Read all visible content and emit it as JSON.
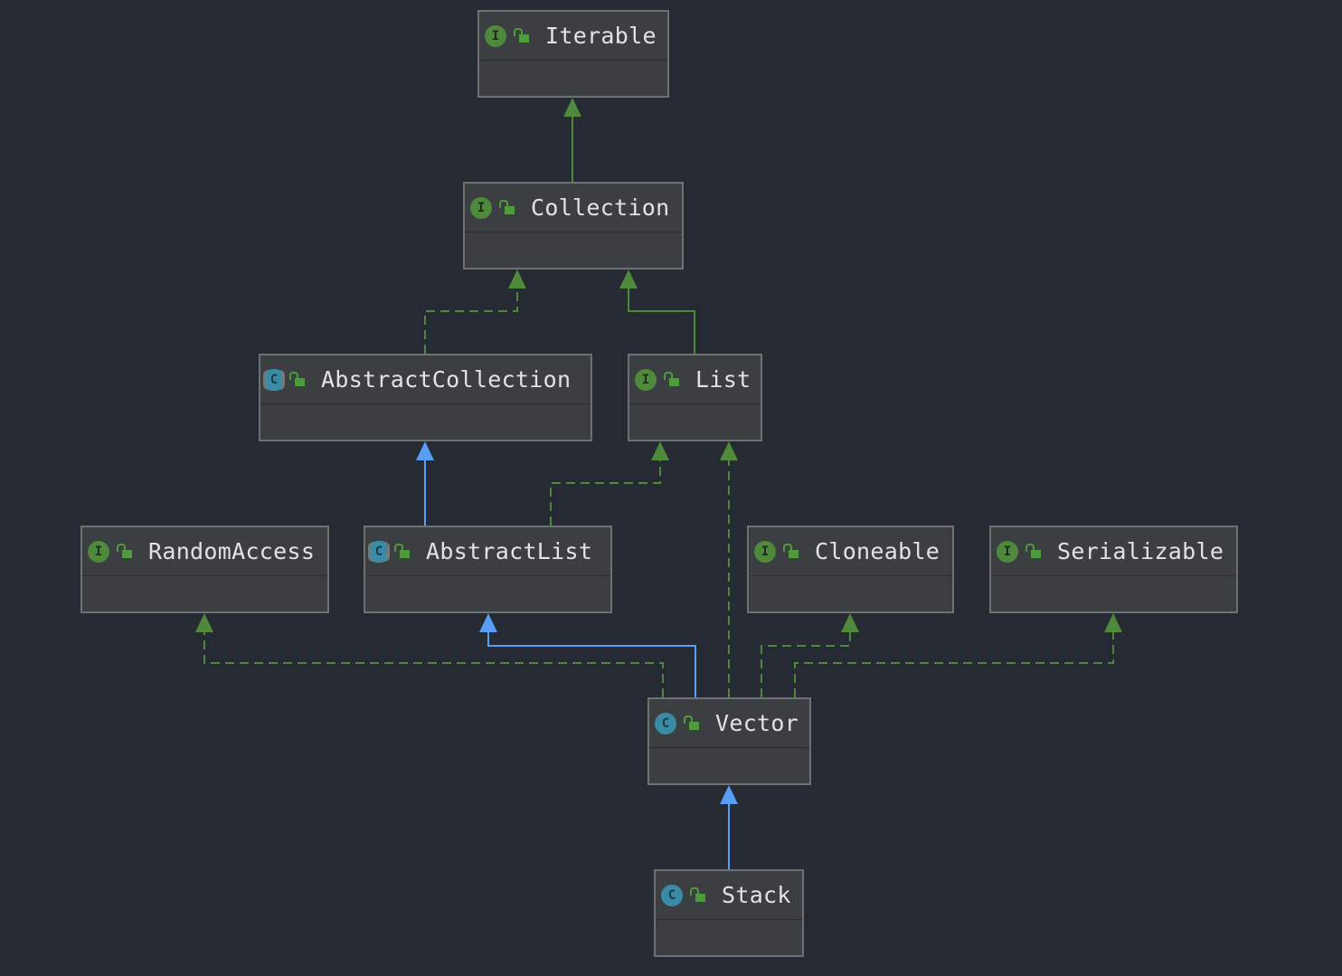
{
  "colors": {
    "background": "#262a33",
    "node_fill": "#3c3f41",
    "node_border": "#6e7071",
    "interface_icon": "#4f8a3c",
    "class_icon": "#3b8aa6",
    "realization_edge": "#4f8a3c",
    "generalization_interface_edge": "#5a9a48",
    "extends_class_edge": "#589df6"
  },
  "nodes": [
    {
      "id": "iterable",
      "name": "Iterable",
      "kind": "interface",
      "icon": "interface-icon"
    },
    {
      "id": "collection",
      "name": "Collection",
      "kind": "interface",
      "icon": "interface-icon"
    },
    {
      "id": "abstractcollection",
      "name": "AbstractCollection",
      "kind": "abstract",
      "icon": "abstract-class-icon"
    },
    {
      "id": "list",
      "name": "List",
      "kind": "interface",
      "icon": "interface-icon"
    },
    {
      "id": "randomaccess",
      "name": "RandomAccess",
      "kind": "interface",
      "icon": "interface-icon"
    },
    {
      "id": "abstractlist",
      "name": "AbstractList",
      "kind": "abstract",
      "icon": "abstract-class-icon"
    },
    {
      "id": "cloneable",
      "name": "Cloneable",
      "kind": "interface",
      "icon": "interface-icon"
    },
    {
      "id": "serializable",
      "name": "Serializable",
      "kind": "interface",
      "icon": "interface-icon"
    },
    {
      "id": "vector",
      "name": "Vector",
      "kind": "class",
      "icon": "class-icon"
    },
    {
      "id": "stack",
      "name": "Stack",
      "kind": "class",
      "icon": "class-icon"
    }
  ],
  "edges": [
    {
      "from": "collection",
      "to": "iterable",
      "type": "extends-interface"
    },
    {
      "from": "abstractcollection",
      "to": "collection",
      "type": "implements"
    },
    {
      "from": "list",
      "to": "collection",
      "type": "extends-interface"
    },
    {
      "from": "abstractlist",
      "to": "abstractcollection",
      "type": "extends-class"
    },
    {
      "from": "abstractlist",
      "to": "list",
      "type": "implements"
    },
    {
      "from": "vector",
      "to": "list",
      "type": "implements"
    },
    {
      "from": "vector",
      "to": "randomaccess",
      "type": "implements"
    },
    {
      "from": "vector",
      "to": "abstractlist",
      "type": "extends-class"
    },
    {
      "from": "vector",
      "to": "cloneable",
      "type": "implements"
    },
    {
      "from": "vector",
      "to": "serializable",
      "type": "implements"
    },
    {
      "from": "stack",
      "to": "vector",
      "type": "extends-class"
    }
  ]
}
